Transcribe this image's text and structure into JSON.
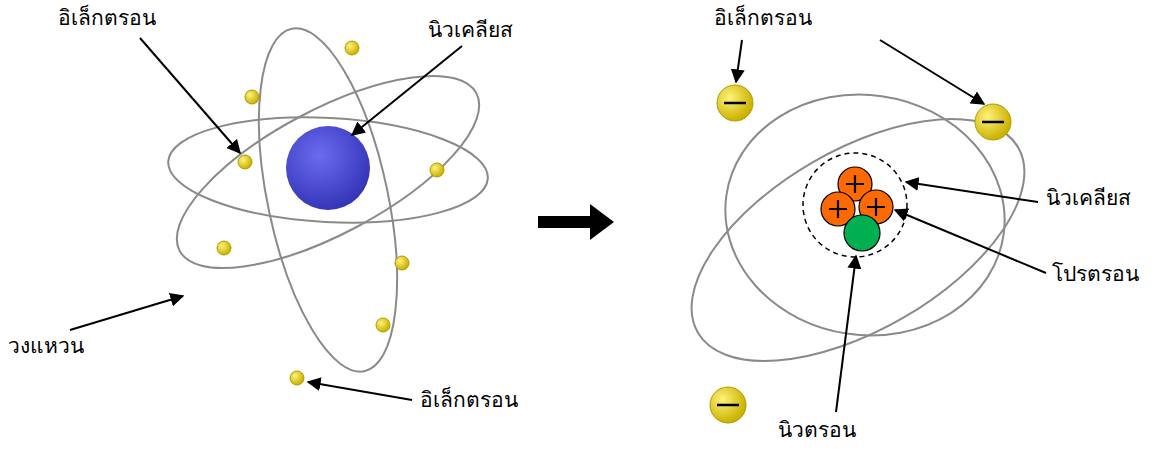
{
  "diagram": {
    "labels": [
      "อิเล็กตรอน",
      "นิวเคลียส",
      "วงแหวน",
      "อิเล็กตรอน",
      "อิเล็กตรอน",
      "นิวเคลียส",
      "โปรตรอน",
      "นิวตรอน"
    ]
  }
}
